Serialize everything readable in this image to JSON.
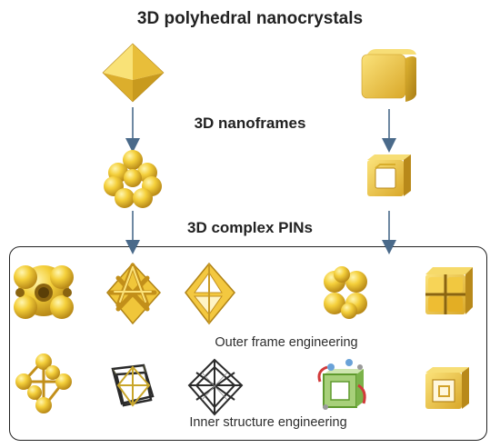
{
  "titles": {
    "top": "3D polyhedral nanocrystals",
    "middle": "3D nanoframes",
    "bottom": "3D complex PINs"
  },
  "labels": {
    "outer": "Outer frame engineering",
    "inner": "Inner structure engineering"
  },
  "colors": {
    "gold": "#f2c934",
    "gold_dark": "#c9962a",
    "gold_light": "#fbe77a",
    "arrow": "#4a6a8a",
    "dark_frame": "#2a2a2a",
    "green": "#7bb24a"
  }
}
